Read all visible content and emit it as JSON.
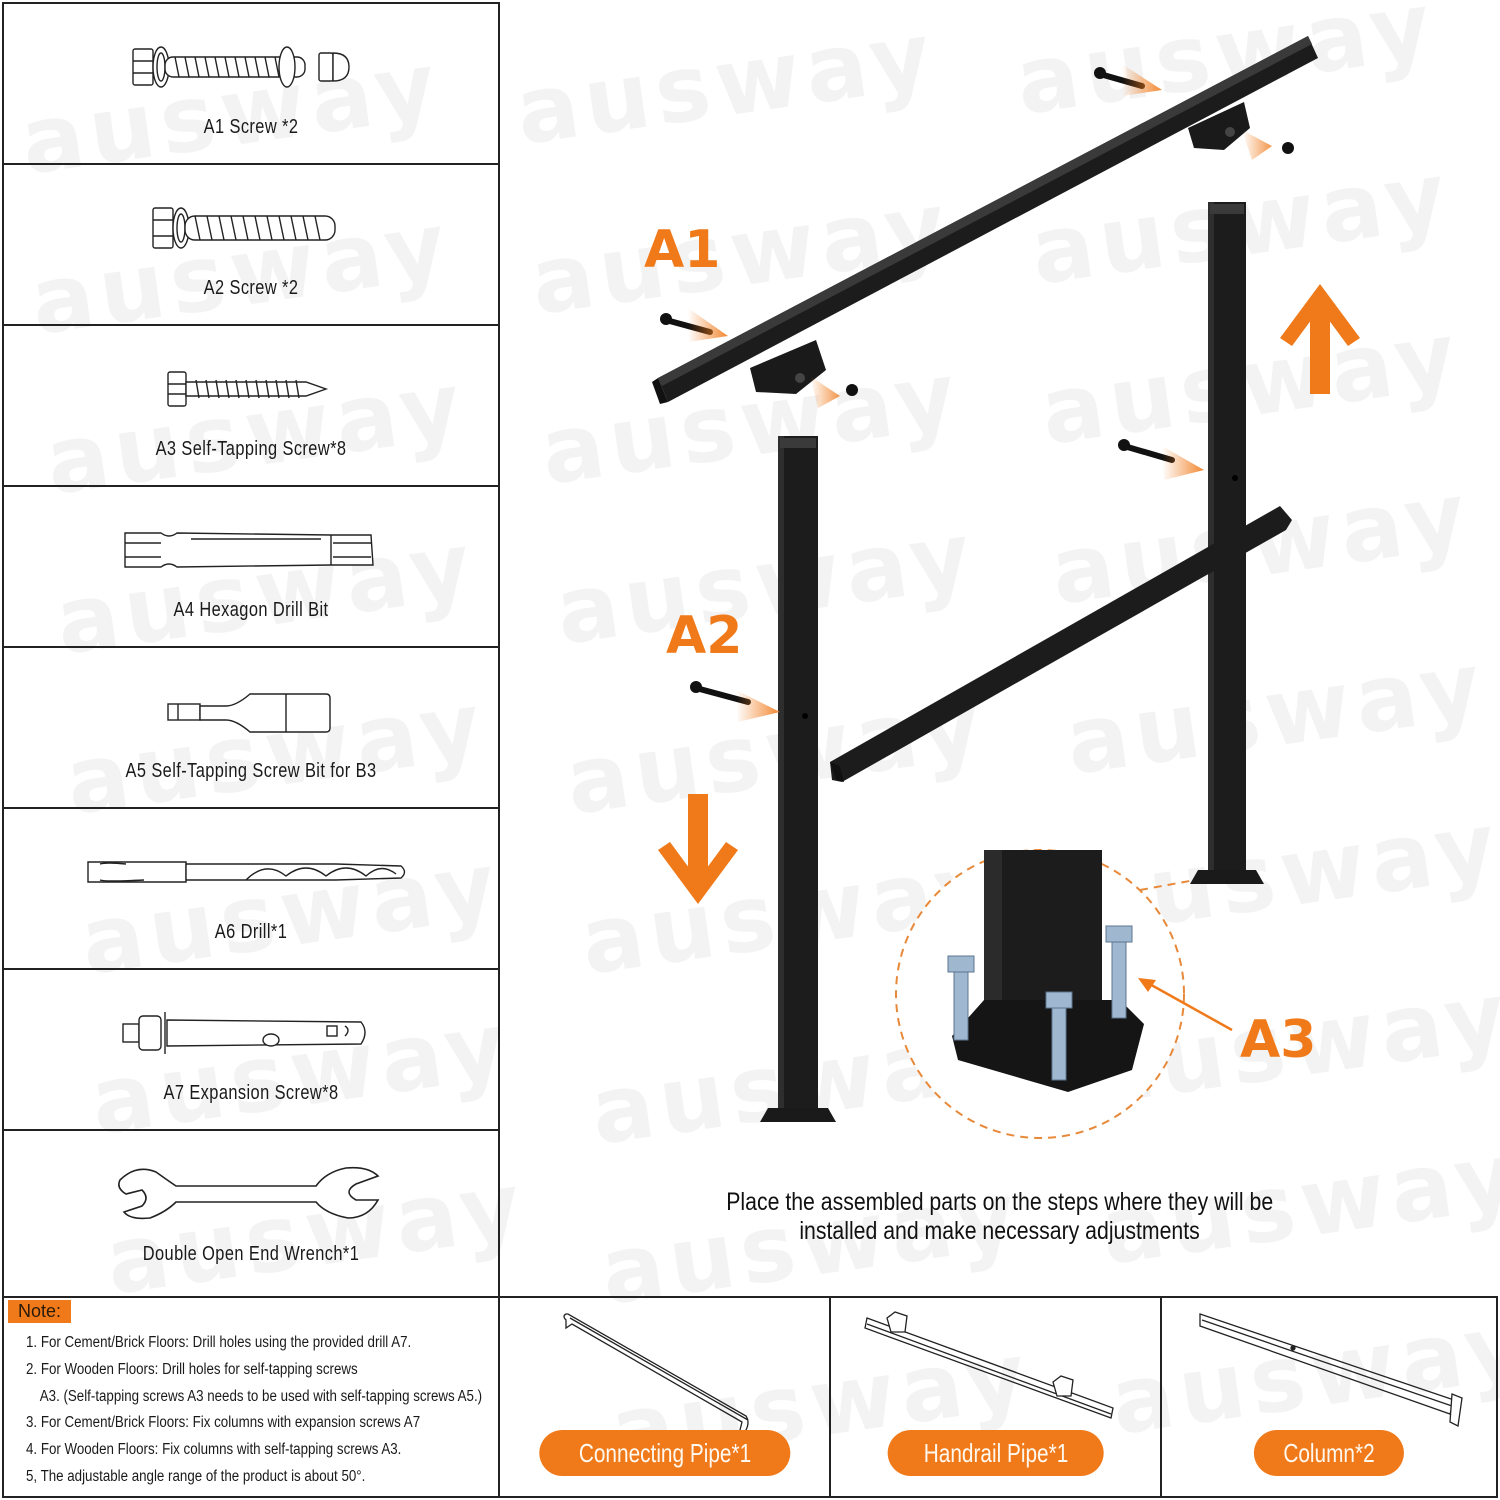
{
  "parts_list": [
    {
      "id": "A1",
      "label": "A1 Screw *2",
      "icon": "bolt-with-washer-and-cap-nut-icon"
    },
    {
      "id": "A2",
      "label": "A2 Screw *2",
      "icon": "bolt-with-washer-icon"
    },
    {
      "id": "A3",
      "label": "A3 Self-Tapping Screw*8",
      "icon": "self-tapping-screw-icon"
    },
    {
      "id": "A4",
      "label": "A4 Hexagon Drill Bit",
      "icon": "hex-drill-bit-icon"
    },
    {
      "id": "A5",
      "label": "A5 Self-Tapping Screw Bit for B3",
      "icon": "nut-driver-bit-icon"
    },
    {
      "id": "A6",
      "label": "A6 Drill*1",
      "icon": "masonry-drill-icon"
    },
    {
      "id": "A7",
      "label": "A7 Expansion Screw*8",
      "icon": "expansion-anchor-icon"
    },
    {
      "id": "wrench",
      "label": "Double Open End Wrench*1",
      "icon": "open-end-wrench-icon"
    }
  ],
  "note": {
    "title": "Note:",
    "items": [
      "1. For Cement/Brick Floors: Drill holes using the provided drill A7.",
      "2. For Wooden Floors: Drill holes for self-tapping screws",
      "A3. (Self-tapping screws A3 needs to be used with self-tapping screws A5.)",
      "3. For Cement/Brick Floors: Fix columns with expansion screws A7",
      "4. For Wooden Floors: Fix columns with self-tapping screws A3.",
      "5, The adjustable angle range of the product is about 50°."
    ]
  },
  "components": [
    {
      "label": "Connecting Pipe*1",
      "icon": "connecting-pipe-icon"
    },
    {
      "label": "Handrail Pipe*1",
      "icon": "handrail-pipe-icon"
    },
    {
      "label": "Column*2",
      "icon": "column-icon"
    }
  ],
  "diagram": {
    "callouts": {
      "a1": "A1",
      "a2": "A2",
      "a3": "A3"
    },
    "caption_line1": "Place the assembled parts on the steps where they will be",
    "caption_line2": "installed and make necessary adjustments",
    "watermark": "ausway"
  },
  "colors": {
    "accent": "#f07a1a",
    "metal": "#1c1c1c",
    "line": "#222222"
  }
}
